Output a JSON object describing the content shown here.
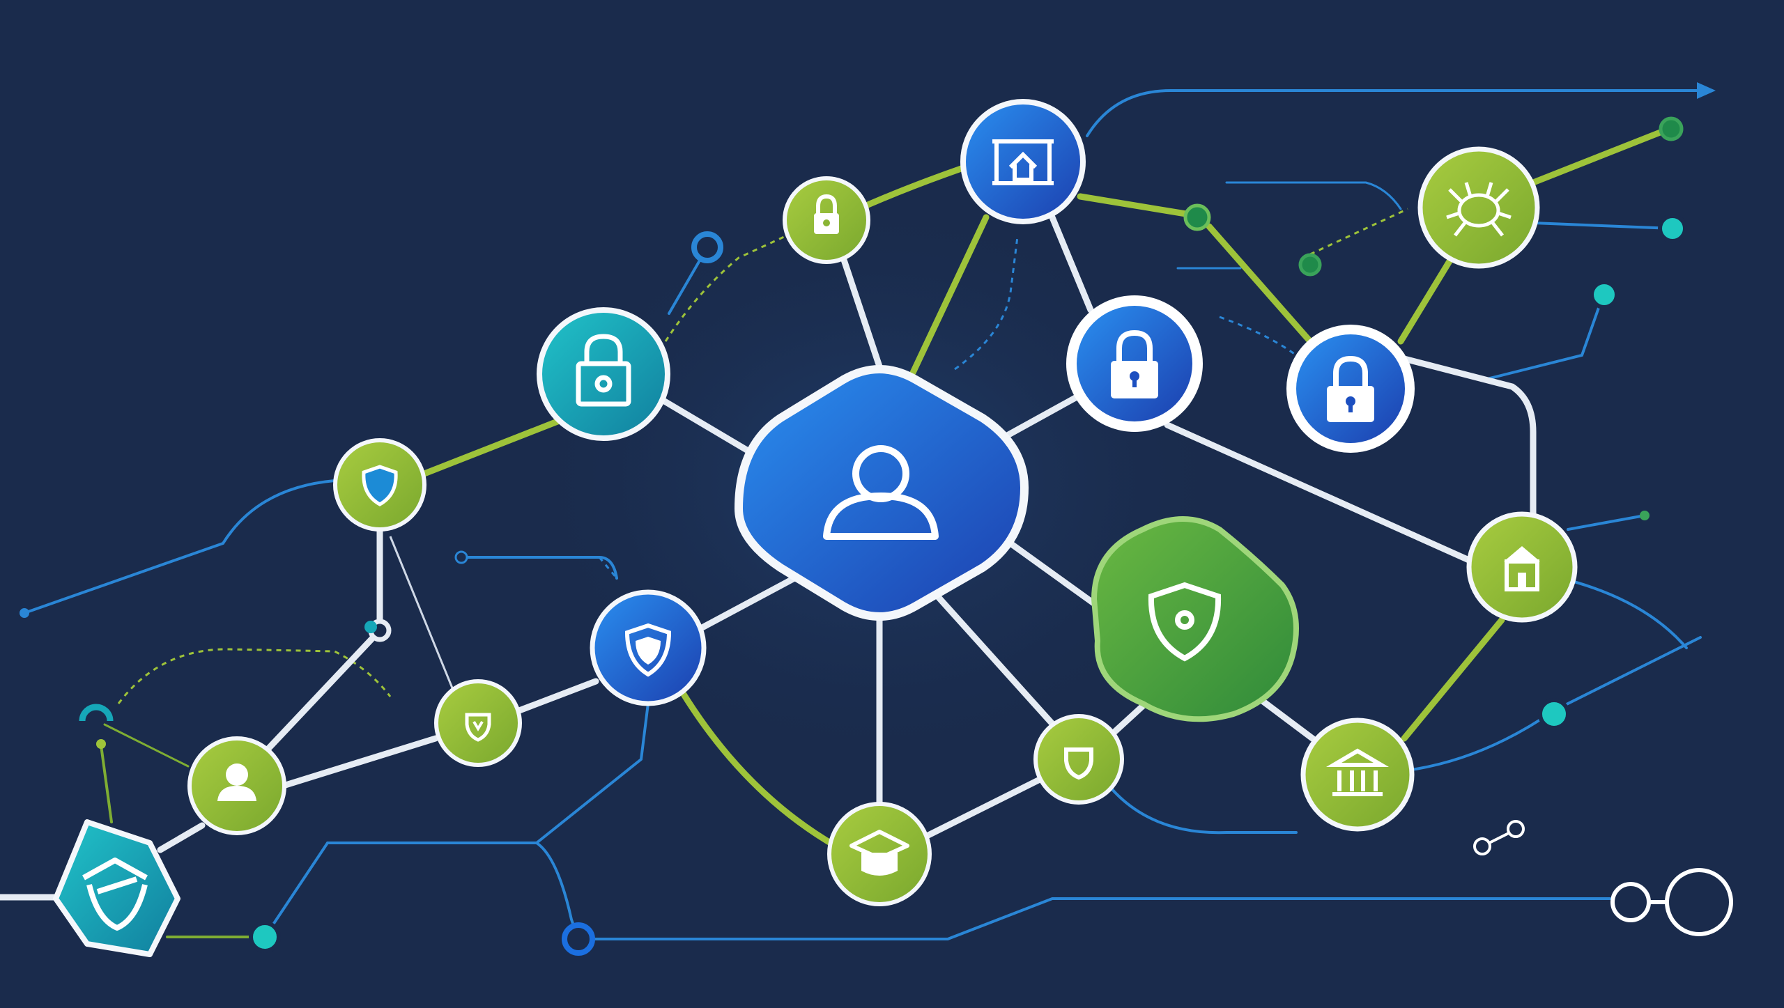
{
  "colors": {
    "background": "#1a2b4c",
    "link": "#e6ecf4",
    "lime": "#9ec33a",
    "lime_dark": "#6f9a2a",
    "blue": "#1b6fe0",
    "blue_dark": "#1c3fae",
    "teal": "#16a7b8",
    "cyan": "#1ec8c0",
    "trace": "#2a86d6",
    "icon": "#ffffff"
  },
  "nodes": [
    {
      "id": "user-hub",
      "icon": "user-icon",
      "style": "blue-hexagon"
    },
    {
      "id": "home-frame",
      "icon": "home-frame-icon",
      "style": "blue-circle"
    },
    {
      "id": "small-lock",
      "icon": "lock-icon",
      "style": "lime-circle"
    },
    {
      "id": "teal-lock",
      "icon": "lock-icon",
      "style": "teal-circle"
    },
    {
      "id": "right-lock-a",
      "icon": "lock-icon",
      "style": "blue-circle-ring"
    },
    {
      "id": "right-lock-b",
      "icon": "lock-icon",
      "style": "blue-circle-ring"
    },
    {
      "id": "bug",
      "icon": "bug-icon",
      "style": "lime-circle"
    },
    {
      "id": "shield-left",
      "icon": "shield-icon",
      "style": "lime-circle"
    },
    {
      "id": "shield-mid",
      "icon": "shield-icon",
      "style": "blue-circle"
    },
    {
      "id": "shield-small",
      "icon": "shield-icon",
      "style": "lime-circle"
    },
    {
      "id": "user-small",
      "icon": "user-icon",
      "style": "lime-circle"
    },
    {
      "id": "home-shield",
      "icon": "home-shield-icon",
      "style": "teal-hexagon"
    },
    {
      "id": "big-shield",
      "icon": "shield-icon",
      "style": "green-blob"
    },
    {
      "id": "shield-bottom",
      "icon": "shield-icon",
      "style": "lime-circle"
    },
    {
      "id": "cap",
      "icon": "graduation-cap-icon",
      "style": "lime-circle"
    },
    {
      "id": "bank",
      "icon": "bank-icon",
      "style": "lime-circle"
    },
    {
      "id": "house",
      "icon": "house-icon",
      "style": "lime-circle"
    }
  ]
}
